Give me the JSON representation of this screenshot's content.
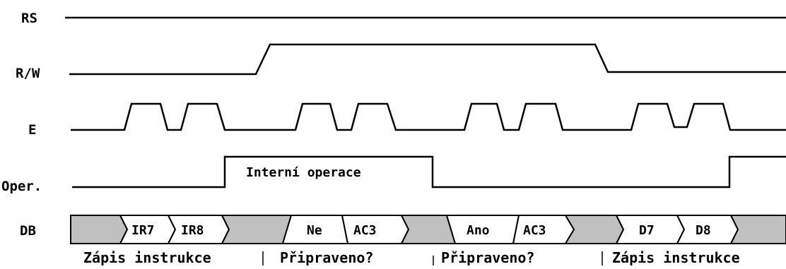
{
  "signals": {
    "rs": "RS",
    "rw": "R/W",
    "e": "E",
    "oper": "Oper.",
    "db": "DB"
  },
  "oper_text": "Interní operace",
  "db_values": [
    "IR7",
    "IR8",
    "Ne",
    "AC3",
    "Ano",
    "AC3",
    "D7",
    "D8"
  ],
  "phases": [
    "Zápis instrukce",
    "Připraveno?",
    "Připraveno?",
    "Zápis instrukce"
  ],
  "colors": {
    "line": "#000000",
    "grey_fill": "#c0c0c0",
    "background": "#ffffff"
  }
}
